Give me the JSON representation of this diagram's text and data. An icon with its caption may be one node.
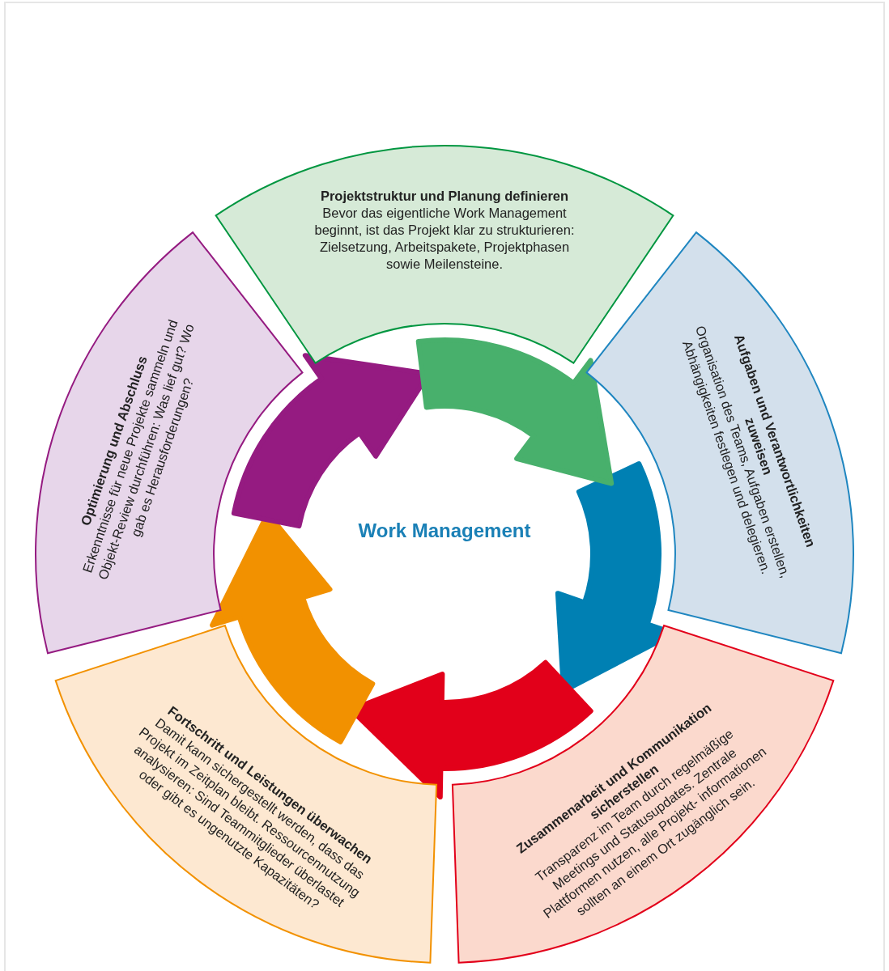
{
  "diagram": {
    "nodes": [
      {
        "text": [
          "Work Management"
        ]
      },
      {
        "text": [
          "Projektstruktur und Planung definieren",
          "Bevor das eigentliche Work Management beginnt, ist das Projekt klar zu strukturieren: Zielsetzung, Arbeitspakete, Projektphasen sowie Meilensteine."
        ]
      },
      {
        "text": [
          "Aufgaben und Verantwortlichkeiten zuweisen",
          "Organisation des Teams, Aufgaben erstellen, Abhängigkeiten festlegen und delegieren."
        ]
      },
      {
        "text": [
          "Zusammenarbeit und Kommunikation sicherstellen",
          "Transparenz im Team durch regelmäßige Meetings und Statusupdates. Zentrale Plattformen nutzen, alle Projekt- informationen sollten an einem Ort zugänglich sein."
        ]
      },
      {
        "text": [
          "Fortschritt und Leistungen überwachen",
          "Damit kann sichergestellt werden, dass das Projekt im Zeitplan bleibt. Ressourcennutzung analysieren: Sind Teammitglieder überlastet oder gibt es ungenutzte Kapazitäten?"
        ]
      },
      {
        "text": [
          "Optimierung und Abschluss",
          "Erkenntnisse für neue Projekte sammeln und Objekt-Review durchführen: Was lief gut? Wo gab es Herausforderungen?"
        ]
      }
    ]
  }
}
